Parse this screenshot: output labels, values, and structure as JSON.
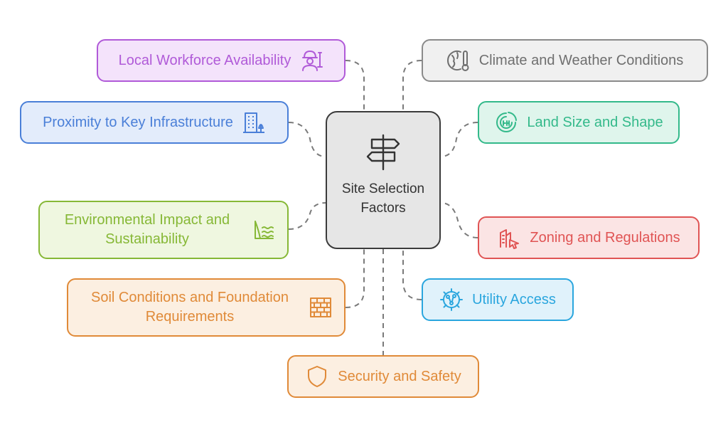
{
  "center": {
    "title": "Site Selection Factors"
  },
  "nodes": {
    "workforce": {
      "label": "Local Workforce Availability",
      "color": "#b05ad8",
      "fill": "#f4e3fb"
    },
    "infrastructure": {
      "label": "Proximity to Key Infrastructure",
      "color": "#4a7fd8",
      "fill": "#e3ecfb"
    },
    "environment": {
      "label": "Environmental Impact and Sustainability",
      "color": "#86b836",
      "fill": "#eff7e0"
    },
    "soil": {
      "label": "Soil Conditions and Foundation Requirements",
      "color": "#e08a38",
      "fill": "#fcefe1"
    },
    "security": {
      "label": "Security and Safety",
      "color": "#e08a38",
      "fill": "#fcefe1"
    },
    "climate": {
      "label": "Climate and Weather Conditions",
      "color": "#8a8a8a",
      "fill": "#f0f0f0"
    },
    "land": {
      "label": "Land Size and Shape",
      "color": "#33b98a",
      "fill": "#dff5ec"
    },
    "zoning": {
      "label": "Zoning and Regulations",
      "color": "#e05454",
      "fill": "#fbe4e4"
    },
    "utility": {
      "label": "Utility Access",
      "color": "#2aa6de",
      "fill": "#e0f2fb"
    }
  },
  "colors": {
    "connector": "#7a7a7a",
    "center_border": "#3b3b3b",
    "center_fill": "#e6e6e6"
  }
}
